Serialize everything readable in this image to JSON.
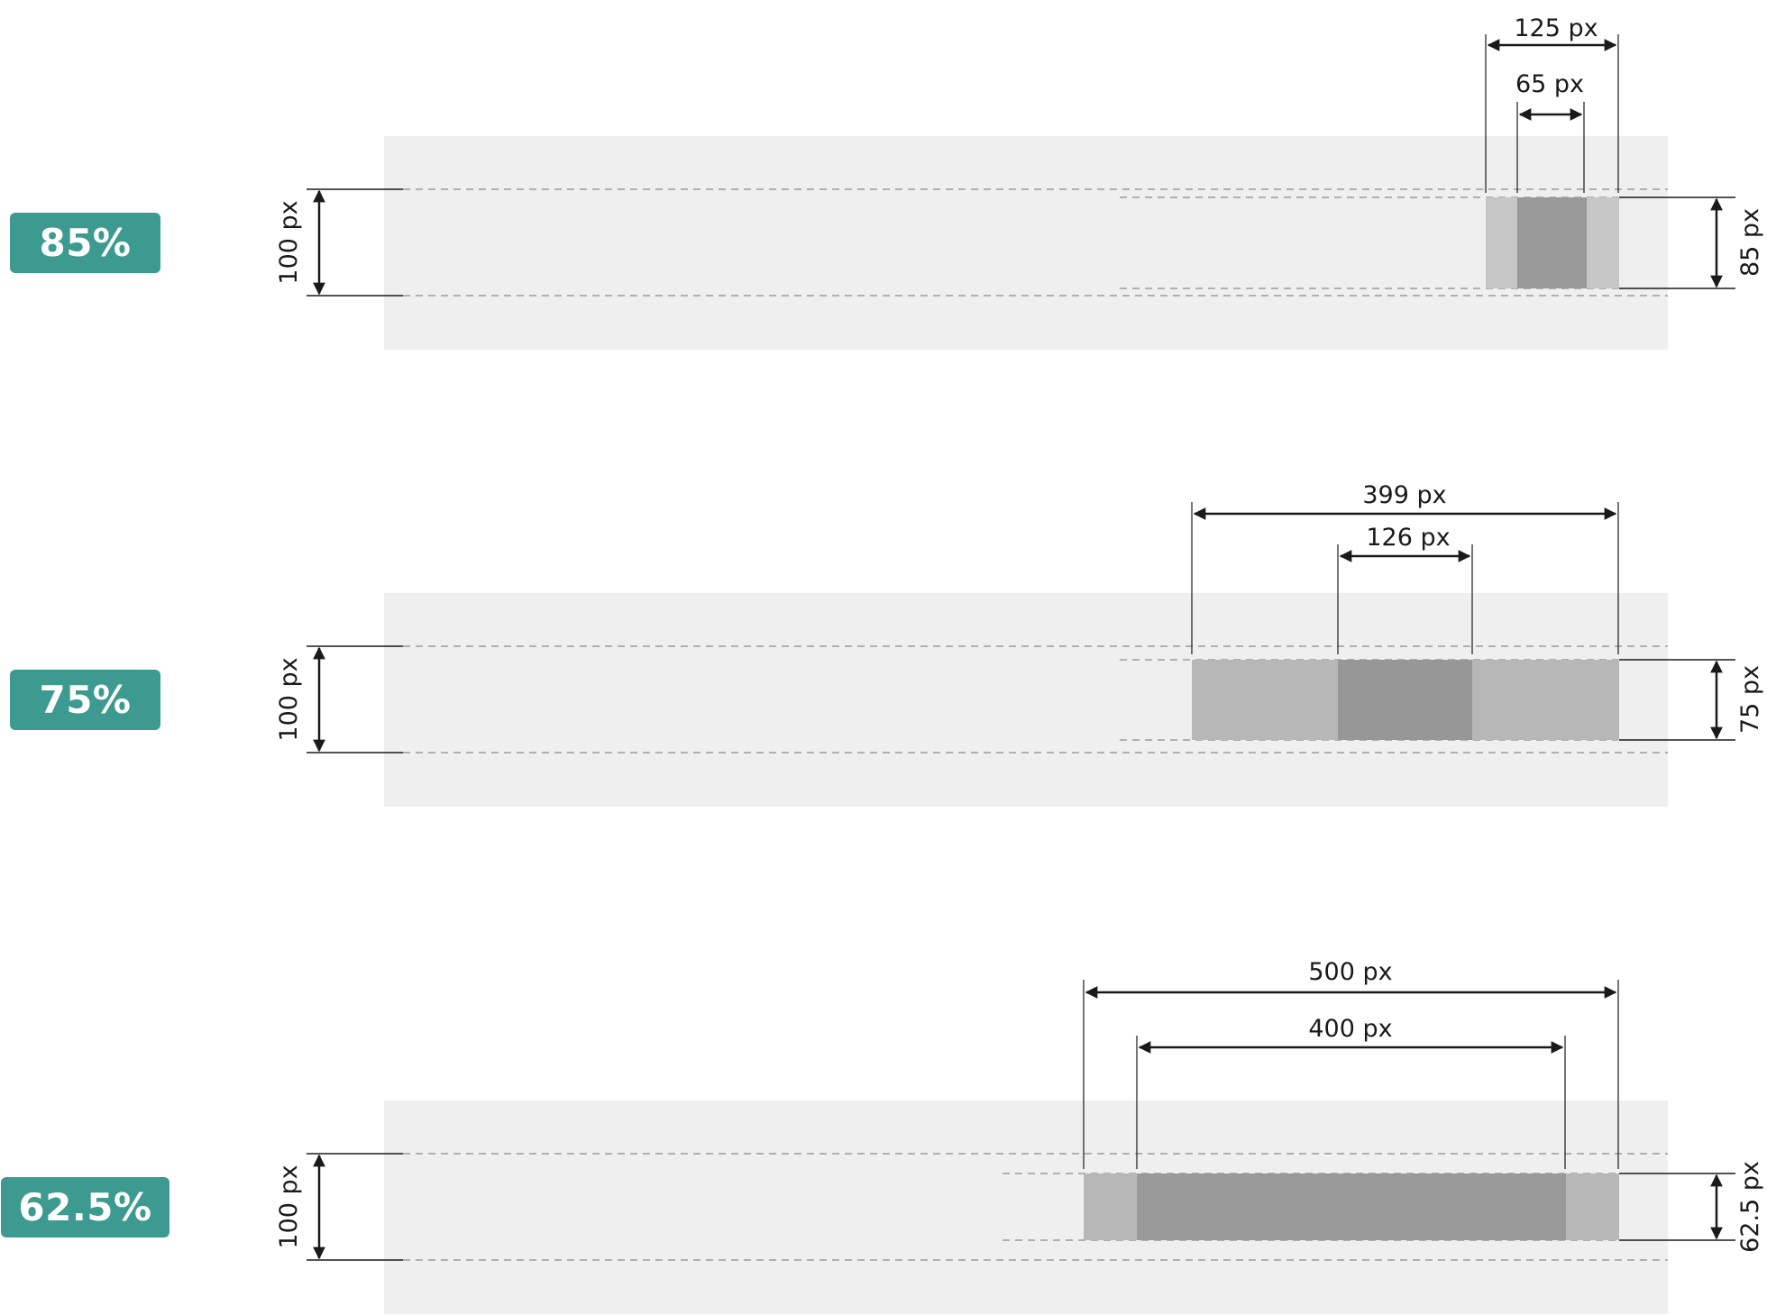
{
  "colors": {
    "badge": "#3d9a90",
    "band": "#efefef",
    "outer_85": "#c6c6c6",
    "outer_75": "#b7b7b7",
    "outer_625": "#b7b7b7",
    "inner": "#999999",
    "inner_75": "#979797",
    "line": "#1a1a1a",
    "dash": "#8a8a8a"
  },
  "rows": [
    {
      "badge": "85%",
      "height_label": "100 px",
      "scaled_height_label": "85 px",
      "outer_width_label": "125 px",
      "inner_width_label": "65 px"
    },
    {
      "badge": "75%",
      "height_label": "100 px",
      "scaled_height_label": "75 px",
      "outer_width_label": "399 px",
      "inner_width_label": "126 px"
    },
    {
      "badge": "62.5%",
      "height_label": "100 px",
      "scaled_height_label": "62.5 px",
      "outer_width_label": "500 px",
      "inner_width_label": "400 px"
    }
  ]
}
